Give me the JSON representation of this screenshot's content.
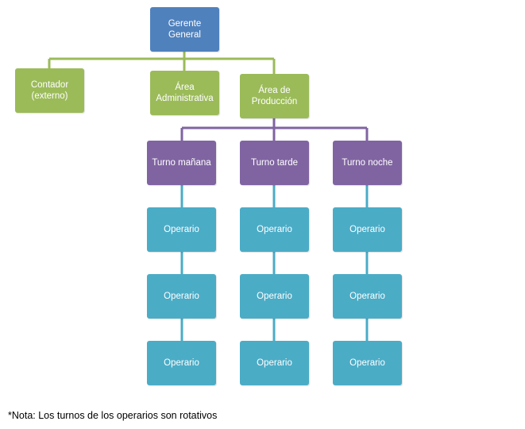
{
  "colors": {
    "top": "#4f81bd",
    "level1": "#9bbb59",
    "shift": "#8064a2",
    "worker": "#4bacc6"
  },
  "nodes": {
    "gerente": "Gerente\nGeneral",
    "contador": "Contador\n(externo)",
    "area_admin": "Área\nAdministrativa",
    "area_prod": "Área de\nProducción",
    "turno_manana": "Turno mañana",
    "turno_tarde": "Turno tarde",
    "turno_noche": "Turno noche",
    "operario": "Operario"
  },
  "note": "*Nota: Los turnos de los operarios son rotativos"
}
